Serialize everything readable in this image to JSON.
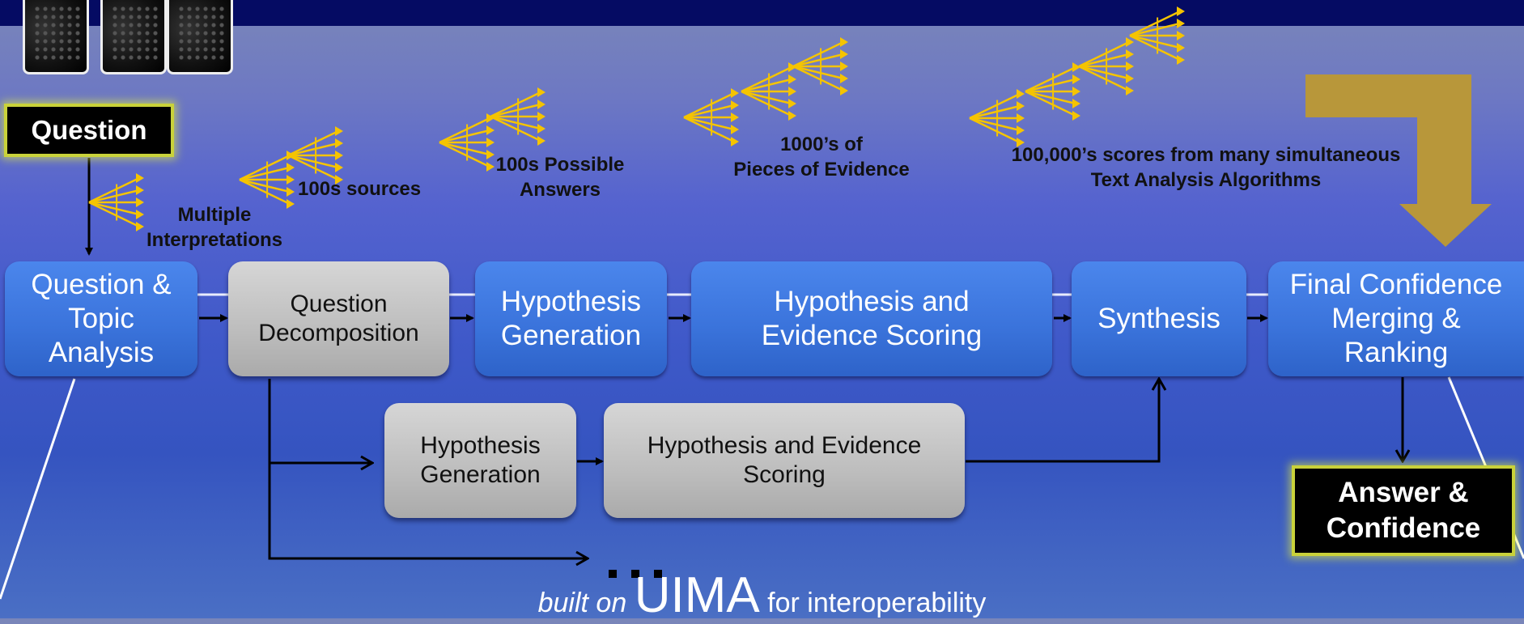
{
  "nodes": {
    "question": "Question",
    "qa": "Question &\nTopic\nAnalysis",
    "qd": "Question\nDecomposition",
    "hg1": "Hypothesis\nGeneration",
    "hes1": "Hypothesis and\nEvidence  Scoring",
    "synth": "Synthesis",
    "fcmr": "Final Confidence\nMerging &\nRanking",
    "hg2": "Hypothesis\nGeneration",
    "hes2": "Hypothesis and Evidence\nScoring",
    "answer": "Answer &\nConfidence"
  },
  "annotations": {
    "multiple": "Multiple\nInterpretations",
    "sources": "100s  sources",
    "answers": "100s Possible\nAnswers",
    "evidence": "1000’s of\nPieces of Evidence",
    "scores": "100,000’s scores from many simultaneous\nText Analysis Algorithms"
  },
  "footer": {
    "built_on": "built on",
    "uima": "UIMA",
    "interop": "for interoperability"
  },
  "colors": {
    "blue_node": "#3b74dc",
    "gray_node": "#bdbdbd",
    "fan": "#f5c400",
    "gold_arrow": "#b8973a",
    "top_bar": "#050b63"
  }
}
